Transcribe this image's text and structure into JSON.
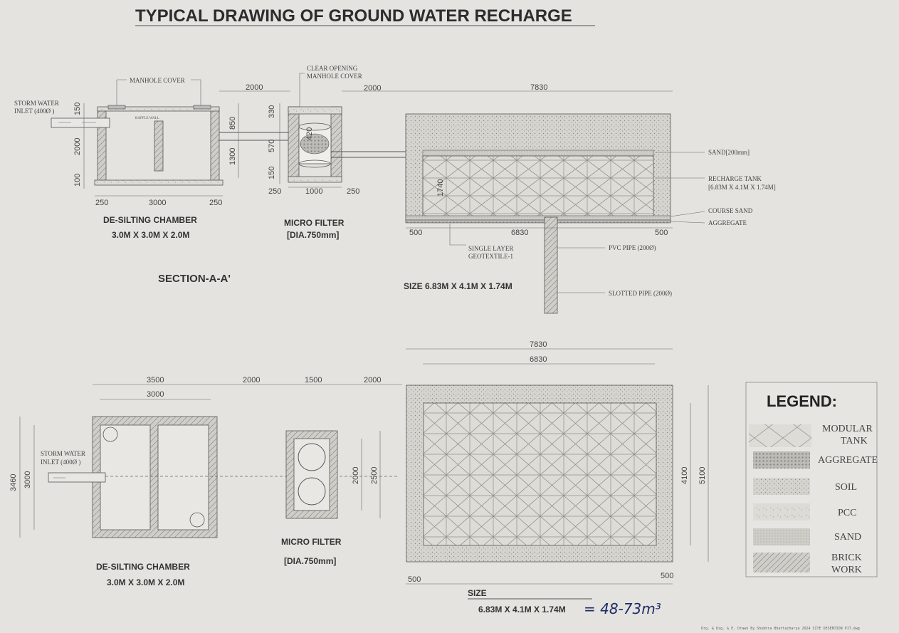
{
  "title": "TYPICAL DRAWING OF GROUND WATER RECHARGE",
  "section_label": "SECTION-A-A'",
  "section": {
    "manhole_cover": "MANHOLE COVER",
    "clear_opening": [
      "CLEAR OPENING",
      "MANHOLE COVER"
    ],
    "storm_water_inlet": [
      "STORM WATER",
      "INLET (400Ø )"
    ],
    "baffle_wall": "BAFFLE WALL",
    "desilting_dims": {
      "d150": "150",
      "d2000": "2000",
      "d100": "100",
      "d250a": "250",
      "d3000": "3000",
      "d250b": "250"
    },
    "gap1": "2000",
    "gap2": "2000",
    "link_dims": {
      "d850": "850",
      "d1300": "1300"
    },
    "filter_dims": {
      "d330": "330",
      "d420": "420",
      "d570": "570",
      "d150": "150",
      "d250a": "250",
      "d1000": "1000",
      "d250b": "250"
    },
    "tank_dims": {
      "top": "7830",
      "d1740": "1740",
      "left": "500",
      "mid": "6830",
      "right": "500"
    },
    "labels": {
      "sand": "SAND[200mm]",
      "recharge_tank": [
        "RECHARGE TANK",
        "[6.83M X 4.1M X 1.74M]"
      ],
      "course_sand": "COURSE SAND",
      "aggregate": "AGGREGATE",
      "geotextile": [
        "SINGLE LAYER",
        "GEOTEXTILE-1"
      ],
      "pvc_pipe": "PVC PIPE (200Ø)",
      "slotted_pipe": "SLOTTED PIPE (200Ø)"
    },
    "desilting_title": "DE-SILTING CHAMBER",
    "desilting_size": "3.0M X 3.0M X 2.0M",
    "filter_title": "MICRO FILTER",
    "filter_size": "[DIA.750mm]",
    "tank_size": "SIZE 6.83M X 4.1M X 1.74M"
  },
  "plan": {
    "desilting_dims": {
      "outer": "3500",
      "inner": "3000",
      "h_outer": "3460",
      "h_inner": "3000"
    },
    "gap1": "2000",
    "filter_w": "1500",
    "gap2": "2000",
    "storm_water_inlet": [
      "STORM WATER",
      "INLET (400Ø )"
    ],
    "filter_dims": {
      "inner": "2000",
      "outer": "2500"
    },
    "tank_dims": {
      "outer": "7830",
      "inner": "6830",
      "h_inner": "4100",
      "h_outer": "5100",
      "left": "500",
      "right": "500"
    },
    "desilting_title": "DE-SILTING CHAMBER",
    "desilting_size": "3.0M X 3.0M X 2.0M",
    "filter_title": "MICRO FILTER",
    "filter_size": "[DIA.750mm]",
    "size_label": "SIZE",
    "size_value": "6.83M X 4.1M X 1.74M",
    "volume_handwritten": "= 48-73m³"
  },
  "legend": {
    "title": "LEGEND:",
    "items": [
      {
        "label": [
          "MODULAR",
          "TANK"
        ]
      },
      {
        "label": [
          "AGGREGATE"
        ]
      },
      {
        "label": [
          "SOIL"
        ]
      },
      {
        "label": [
          "PCC"
        ]
      },
      {
        "label": [
          "SAND"
        ]
      },
      {
        "label": [
          "BRICK",
          "WORK"
        ]
      }
    ]
  },
  "footer": "Drg. & Dsg. & E. Drawn By Shubhra Bhattacharya 2024 SITE DESENTION PIT.dwg"
}
